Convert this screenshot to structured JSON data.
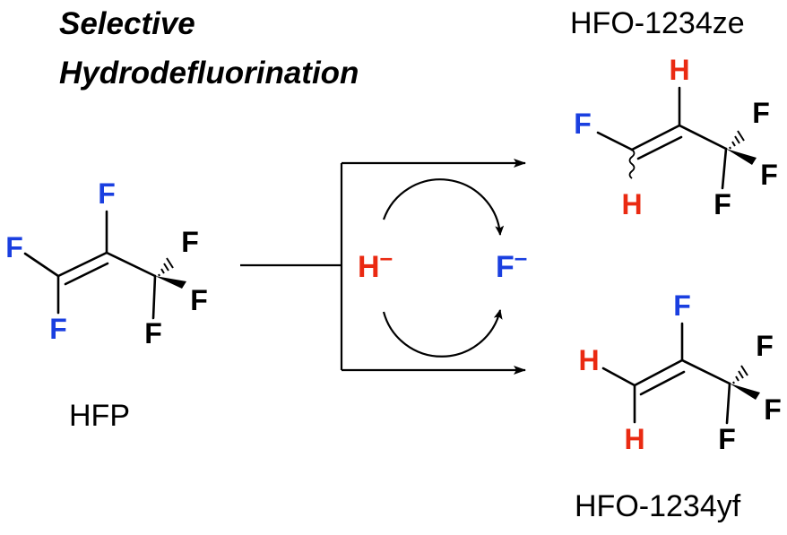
{
  "title": {
    "line1": "Selective",
    "line2": "Hydrodefluorination"
  },
  "reactant": {
    "name": "HFP",
    "atoms": {
      "f1": "F",
      "f2": "F",
      "f3": "F",
      "f4": "F",
      "f5": "F",
      "f6": "F"
    }
  },
  "catalysis": {
    "hydride": "H",
    "hydride_charge": "–",
    "fluoride": "F",
    "fluoride_charge": "–"
  },
  "product_top": {
    "name": "HFO-1234ze",
    "atoms": {
      "h1": "H",
      "h2": "H",
      "f1": "F",
      "f2": "F",
      "f3": "F",
      "f4": "F"
    }
  },
  "product_bottom": {
    "name": "HFO-1234yf",
    "atoms": {
      "h1": "H",
      "h2": "H",
      "f1": "F",
      "f2": "F",
      "f3": "F",
      "f4": "F"
    }
  },
  "colors": {
    "blue": "#1a3fe0",
    "red": "#ea2a12",
    "black": "#000000"
  }
}
